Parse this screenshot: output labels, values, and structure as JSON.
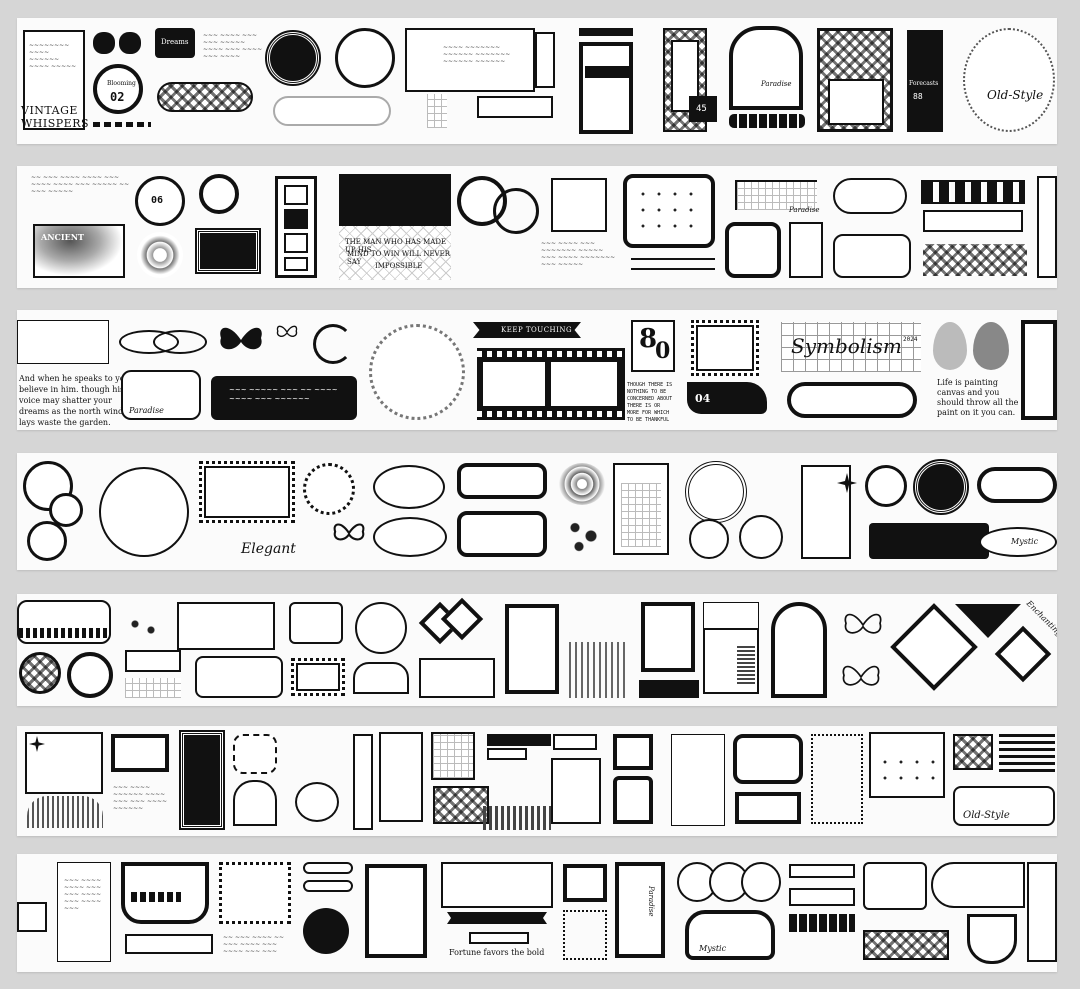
{
  "strip1": {
    "vintage_line1": "VINTAGE",
    "vintage_line2": "WHISPERS",
    "blooming": "Blooming",
    "number_02": "02",
    "dreams": "Dreams",
    "forecasts": "Forecasts",
    "label_45": "45",
    "number_88": "88",
    "paradise": "Paradise",
    "old_style": "Old-Style"
  },
  "strip2": {
    "number_06": "06",
    "ancient": "ANCIENT",
    "quote_line1": "THE MAN WHO HAS MADE UP HIS",
    "quote_line2": "MIND TO WIN WILL NEVER SAY",
    "quote_line3": "IMPOSSIBLE",
    "paradise": "Paradise"
  },
  "strip3": {
    "speak_line1": "And when he speaks to you",
    "speak_line2": "believe in him. though his",
    "speak_line3": "voice may shatter your",
    "speak_line4": "dreams as the north wind",
    "speak_line5": "lays waste the garden.",
    "paradise": "Paradise",
    "keep_going": "KEEP TOUCHING",
    "eight": "8",
    "zero": "0",
    "number_04": "04",
    "symbolism": "Symbolism",
    "year": "2024",
    "think_line1": "THOUGH THERE IS",
    "think_line2": "NOTHING TO BE",
    "think_line3": "CONCERNED ABOUT",
    "think_line4": "THERE IS OR",
    "think_line5": "MORE FOR WHICH",
    "think_line6": "TO BE THANKFUL",
    "life_line1": "Life is painting",
    "life_line2": "canvas and you",
    "life_line3": "should throw all the",
    "life_line4": "paint on it you can."
  },
  "strip4": {
    "elegant": "Elegant",
    "mystic": "Mystic"
  },
  "strip5": {
    "enchanting": "Enchanting"
  },
  "strip6": {
    "old_style": "Old-Style"
  },
  "strip7": {
    "fortune": "Fortune favors the bold",
    "paradise": "Paradise",
    "mystic": "Mystic"
  }
}
